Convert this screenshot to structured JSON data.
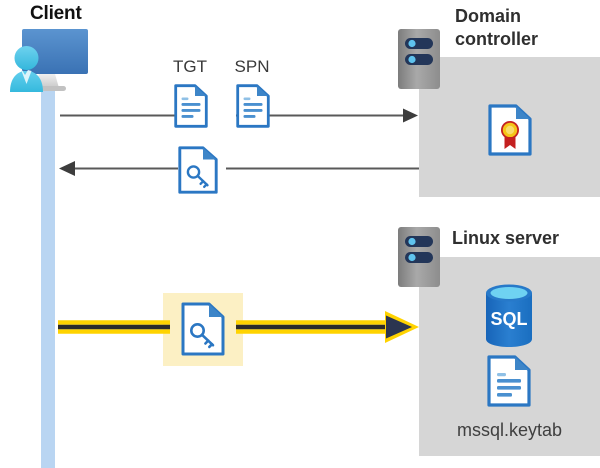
{
  "diagram": {
    "title_hidden": "",
    "background": "#ffffff",
    "colors": {
      "panel_gray": "#d6d6d6",
      "lifeline_blue": "#b9d5f2",
      "doc_blue": "#2b77c3",
      "doc_fold_blue": "#3d85c8",
      "arrow_gray": "#595959",
      "arrow_yellow": "#ffd300",
      "arrow_yellow_core": "#262626",
      "highlight_yellow": "#fcf0c4",
      "server_gray": "#9a9a9a",
      "server_pill_navy": "#253a66",
      "server_dot_blue": "#58b8e8",
      "sql_blue": "#1f6fc4",
      "sql_top_blue": "#6fd2f2",
      "medal_gold": "#f5c518",
      "medal_ribbon_red": "#c42020",
      "person_blue": "#4fc3e8",
      "monitor_blue": "#3f7fc1",
      "text_dark": "#2f2f2f"
    }
  },
  "client": {
    "label": "Client",
    "icon": "user-at-computer-icon"
  },
  "domain_controller": {
    "label": "Domain\ncontroller",
    "server_icon": "server-rack-icon",
    "contents": [
      {
        "icon": "certificate-document-icon",
        "label": ""
      }
    ]
  },
  "linux_server": {
    "label": "Linux server",
    "server_icon": "server-rack-icon",
    "contents": [
      {
        "icon": "sql-database-icon",
        "label": "SQL"
      },
      {
        "icon": "document-icon",
        "label": "mssql.keytab"
      }
    ]
  },
  "messages": [
    {
      "id": "request",
      "direction": "right",
      "from": "client",
      "to": "domain-controller",
      "artifacts": [
        {
          "label": "TGT",
          "icon": "document-icon"
        },
        {
          "label": "SPN",
          "icon": "document-icon"
        }
      ]
    },
    {
      "id": "response",
      "direction": "left",
      "from": "domain-controller",
      "to": "client",
      "artifacts": [
        {
          "label": "",
          "icon": "key-document-icon"
        }
      ]
    },
    {
      "id": "authenticate",
      "direction": "right",
      "from": "client",
      "to": "linux-server",
      "highlighted": true,
      "artifacts": [
        {
          "label": "",
          "icon": "key-document-icon"
        }
      ]
    }
  ]
}
